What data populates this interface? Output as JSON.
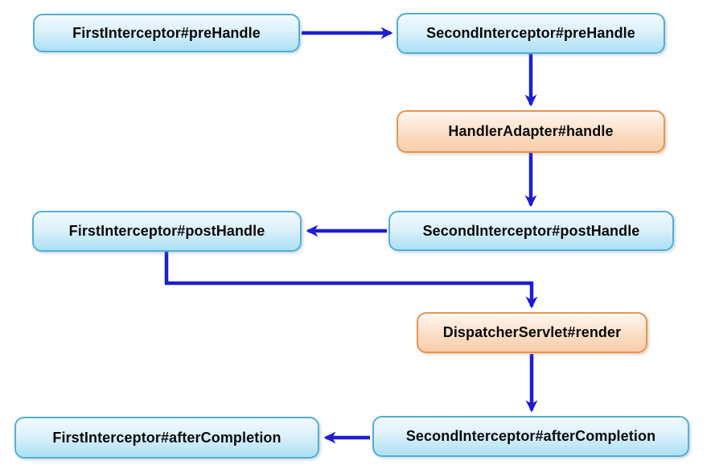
{
  "nodes": [
    {
      "id": "first-prehandle",
      "label": "FirstInterceptor#preHandle",
      "style": "blue"
    },
    {
      "id": "second-prehandle",
      "label": "SecondInterceptor#preHandle",
      "style": "blue"
    },
    {
      "id": "handler-adapter-handle",
      "label": "HandlerAdapter#handle",
      "style": "orange"
    },
    {
      "id": "first-posthandle",
      "label": "FirstInterceptor#postHandle",
      "style": "blue"
    },
    {
      "id": "second-posthandle",
      "label": "SecondInterceptor#postHandle",
      "style": "blue"
    },
    {
      "id": "dispatcher-servlet-render",
      "label": "DispatcherServlet#render",
      "style": "orange"
    },
    {
      "id": "first-aftercompletion",
      "label": "FirstInterceptor#afterCompletion",
      "style": "blue"
    },
    {
      "id": "second-aftercompletion",
      "label": "SecondInterceptor#afterCompletion",
      "style": "blue"
    }
  ],
  "edges": [
    {
      "from": "first-prehandle",
      "to": "second-prehandle"
    },
    {
      "from": "second-prehandle",
      "to": "handler-adapter-handle"
    },
    {
      "from": "handler-adapter-handle",
      "to": "second-posthandle"
    },
    {
      "from": "second-posthandle",
      "to": "first-posthandle"
    },
    {
      "from": "first-posthandle",
      "to": "dispatcher-servlet-render"
    },
    {
      "from": "dispatcher-servlet-render",
      "to": "second-aftercompletion"
    },
    {
      "from": "second-aftercompletion",
      "to": "first-aftercompletion"
    }
  ],
  "colors": {
    "arrow": "#1E1ECF",
    "blue_node_border": "#52AFD6",
    "blue_node_fill_top": "#F3FAFE",
    "blue_node_fill_bottom": "#ACE0F5",
    "orange_node_border": "#E8954D",
    "orange_node_fill_top": "#FEF7F1",
    "orange_node_fill_bottom": "#F9CDA9",
    "text": "#0A0A0A",
    "background": "#FFFFFF"
  }
}
